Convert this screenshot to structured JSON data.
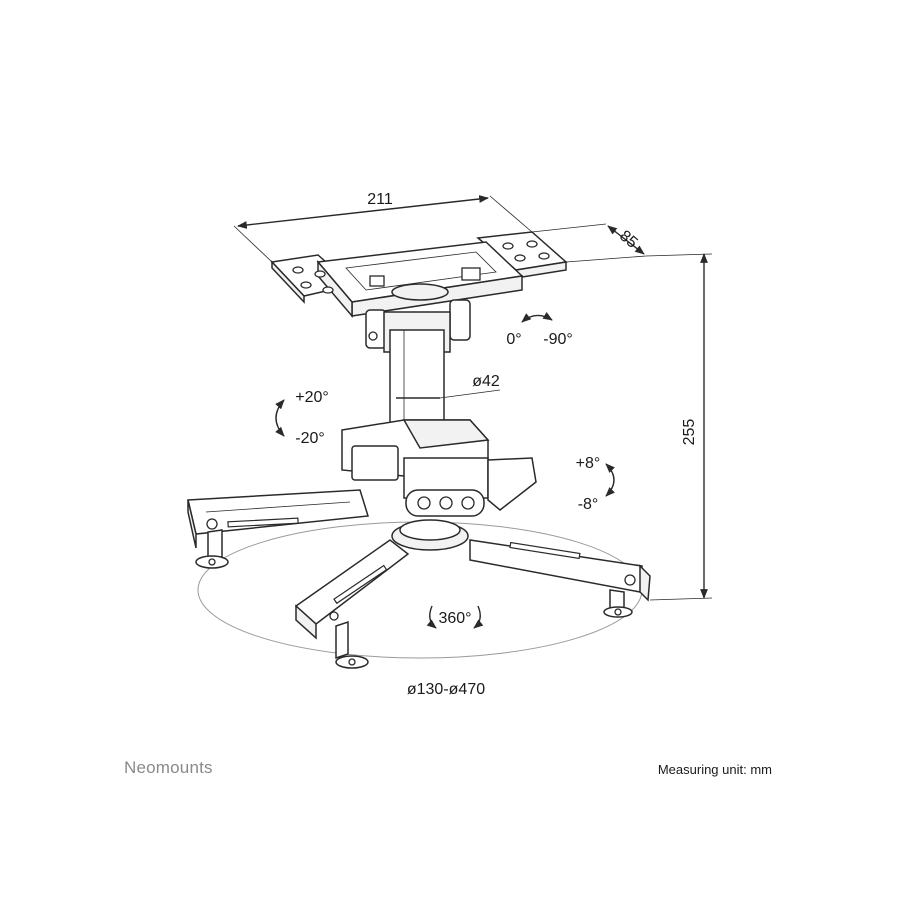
{
  "dimensions": {
    "width": "211",
    "depth": "85",
    "height": "255",
    "pole_diameter": "ø42",
    "tilt_plus": "+20°",
    "tilt_minus": "-20°",
    "rotate_start": "0°",
    "rotate_end": "-90°",
    "swivel_plus": "+8°",
    "swivel_minus": "-8°",
    "rotation": "360°",
    "bracket_range": "ø130-ø470"
  },
  "footer": {
    "brand": "Neomounts",
    "unit_note": "Measuring unit: mm"
  },
  "colors": {
    "line": "#2a2a2a",
    "brand_text": "#8a8a8a",
    "rotation_circle": "#9a9a9a"
  },
  "icons": [
    "tilt-arrow-icon",
    "rotate-arrow-icon",
    "swivel-arrow-icon",
    "rotation-360-icon"
  ]
}
